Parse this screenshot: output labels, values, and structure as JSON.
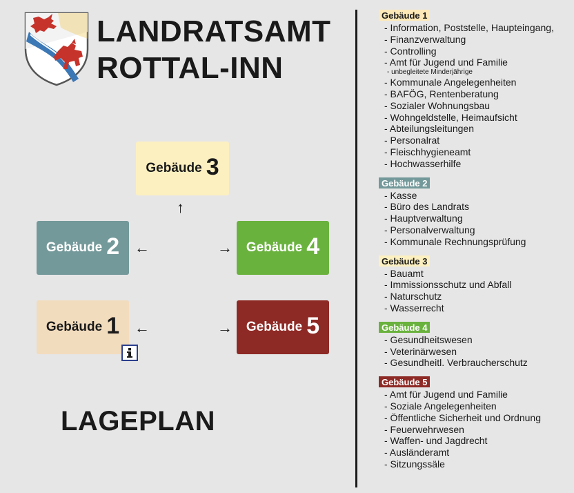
{
  "header": {
    "title_line1": "LANDRATSAMT",
    "title_line2": "ROTTAL-INN"
  },
  "map": {
    "building_label": "Gebäude",
    "buildings": [
      {
        "num": "1",
        "color": "#f2dcbe",
        "text_color": "#1a1a1a"
      },
      {
        "num": "2",
        "color": "#74999a",
        "text_color": "#ffffff"
      },
      {
        "num": "3",
        "color": "#fdf0c0",
        "text_color": "#1a1a1a"
      },
      {
        "num": "4",
        "color": "#6ab23e",
        "text_color": "#ffffff"
      },
      {
        "num": "5",
        "color": "#8e2a25",
        "text_color": "#ffffff"
      }
    ],
    "arrow_up": "↑",
    "arrow_left": "←",
    "arrow_right": "→",
    "info_icon": "info-icon",
    "footer_title": "LAGEPLAN"
  },
  "legend": {
    "sections": [
      {
        "title": "Gebäude 1",
        "color": "#fde9b8",
        "text_color": "#1a1a1a",
        "items": [
          {
            "text": "- Information, Poststelle, Haupteingang,"
          },
          {
            "text": "- Finanzverwaltung"
          },
          {
            "text": "- Controlling"
          },
          {
            "text": "- Amt für Jugend und Familie"
          },
          {
            "text": "- unbegleitete Minderjährige",
            "sub": true
          },
          {
            "text": "- Kommunale Angelegenheiten"
          },
          {
            "text": "- BAFÖG, Rentenberatung"
          },
          {
            "text": "- Sozialer Wohnungsbau"
          },
          {
            "text": "- Wohngeldstelle, Heimaufsicht"
          },
          {
            "text": "- Abteilungsleitungen"
          },
          {
            "text": "- Personalrat"
          },
          {
            "text": "- Fleischhygieneamt"
          },
          {
            "text": "- Hochwasserhilfe"
          }
        ]
      },
      {
        "title": "Gebäude 2",
        "color": "#74999a",
        "text_color": "#ffffff",
        "items": [
          {
            "text": "- Kasse"
          },
          {
            "text": "- Büro des Landrats"
          },
          {
            "text": "- Hauptverwaltung"
          },
          {
            "text": "- Personalverwaltung"
          },
          {
            "text": "- Kommunale Rechnungsprüfung"
          }
        ]
      },
      {
        "title": "Gebäude 3",
        "color": "#fdf0c0",
        "text_color": "#1a1a1a",
        "items": [
          {
            "text": "- Bauamt"
          },
          {
            "text": "- Immissionsschutz und Abfall"
          },
          {
            "text": "- Naturschutz"
          },
          {
            "text": "- Wasserrecht"
          }
        ]
      },
      {
        "title": "Gebäude 4",
        "color": "#6ab23e",
        "text_color": "#ffffff",
        "items": [
          {
            "text": "- Gesundheitswesen"
          },
          {
            "text": "- Veterinärwesen"
          },
          {
            "text": "- Gesundheitl. Verbraucherschutz"
          }
        ]
      },
      {
        "title": "Gebäude 5",
        "color": "#8e2a25",
        "text_color": "#ffffff",
        "items": [
          {
            "text": "- Amt für Jugend und Familie"
          },
          {
            "text": "- Soziale Angelegenheiten"
          },
          {
            "text": "- Öffentliche Sicherheit und Ordnung"
          },
          {
            "text": "- Feuerwehrwesen"
          },
          {
            "text": "- Waffen- und Jagdrecht"
          },
          {
            "text": "- Ausländeramt"
          },
          {
            "text": "- Sitzungssäle"
          }
        ]
      }
    ]
  }
}
